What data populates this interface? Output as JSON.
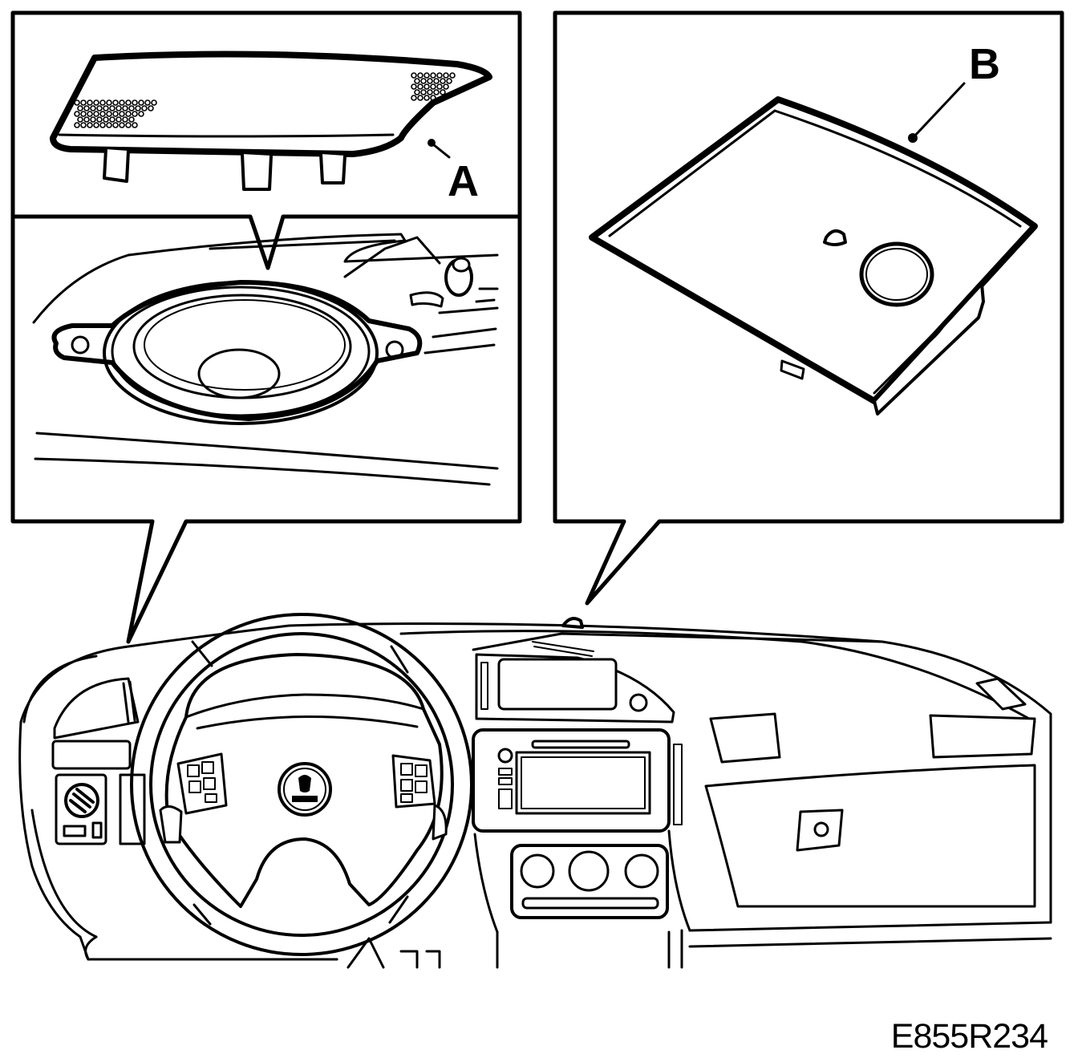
{
  "figure": {
    "callouts": {
      "speaker_grille": "A",
      "dashboard_cover": "B"
    },
    "reference_code": "E855R234"
  }
}
